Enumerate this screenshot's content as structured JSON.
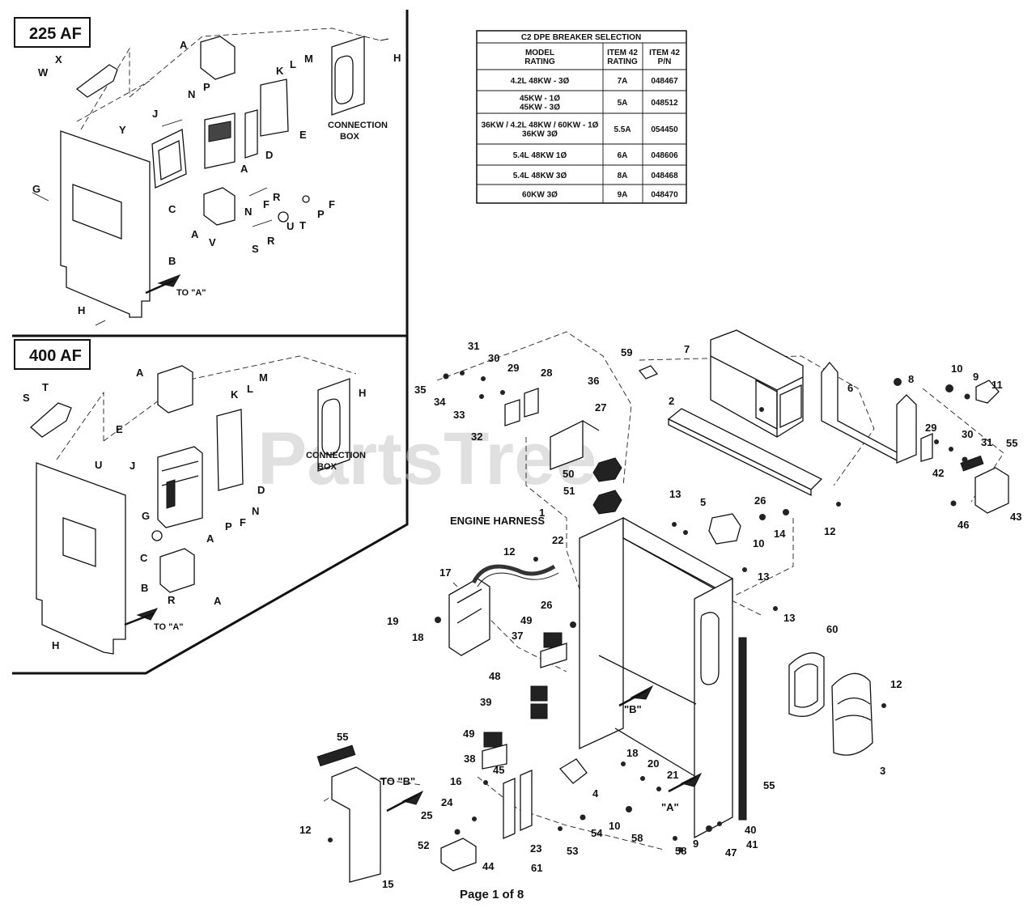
{
  "watermark": "PartsTree",
  "page_footer": "Page 1 of 8",
  "inset_225": {
    "title": "225 AF",
    "connection_box_label": "CONNECTION\nBOX",
    "to_label": "TO \"A\"",
    "letters": [
      "A",
      "X",
      "W",
      "Y",
      "J",
      "N",
      "P",
      "K",
      "L",
      "M",
      "H",
      "E",
      "D",
      "A",
      "G",
      "C",
      "N",
      "F",
      "R",
      "T",
      "P",
      "F",
      "U",
      "A",
      "V",
      "S",
      "R",
      "B",
      "H"
    ]
  },
  "inset_400": {
    "title": "400 AF",
    "connection_box_label": "CONNECTION\nBOX",
    "to_label": "TO \"A\"",
    "letters": [
      "A",
      "S",
      "T",
      "K",
      "L",
      "M",
      "H",
      "E",
      "U",
      "J",
      "G",
      "D",
      "P",
      "F",
      "N",
      "C",
      "A",
      "B",
      "R",
      "A",
      "H"
    ]
  },
  "breaker_table": {
    "title": "C2 DPE BREAKER SELECTION",
    "headers": [
      "MODEL\nRATING",
      "ITEM 42\nRATING",
      "ITEM 42\nP/N"
    ],
    "rows": [
      [
        "4.2L 48KW - 3Ø",
        "7A",
        "048467"
      ],
      [
        "45KW - 1Ø\n45KW - 3Ø",
        "5A",
        "048512"
      ],
      [
        "36KW / 4.2L 48KW / 60KW - 1Ø\n36KW 3Ø",
        "5.5A",
        "054450"
      ],
      [
        "5.4L 48KW 1Ø",
        "6A",
        "048606"
      ],
      [
        "5.4L 48KW 3Ø",
        "8A",
        "048468"
      ],
      [
        "60KW 3Ø",
        "9A",
        "048470"
      ]
    ]
  },
  "main": {
    "engine_harness_label": "ENGINE HARNESS",
    "to_b_label": "TO \"B\"",
    "ref_a": "\"A\"",
    "ref_b": "\"B\"",
    "callouts": [
      "31",
      "30",
      "29",
      "28",
      "36",
      "35",
      "34",
      "33",
      "27",
      "32",
      "59",
      "7",
      "2",
      "6",
      "8",
      "10",
      "9",
      "11",
      "50",
      "51",
      "13",
      "5",
      "26",
      "14",
      "10",
      "12",
      "29",
      "30",
      "31",
      "55",
      "42",
      "43",
      "46",
      "1",
      "12",
      "22",
      "17",
      "13",
      "13",
      "19",
      "18",
      "26",
      "49",
      "37",
      "60",
      "12",
      "48",
      "39",
      "49",
      "38",
      "45",
      "16",
      "55",
      "18",
      "20",
      "21",
      "3",
      "4",
      "55",
      "24",
      "25",
      "12",
      "53",
      "54",
      "10",
      "58",
      "40",
      "41",
      "52",
      "23",
      "44",
      "61",
      "9",
      "47",
      "58",
      "15"
    ]
  }
}
